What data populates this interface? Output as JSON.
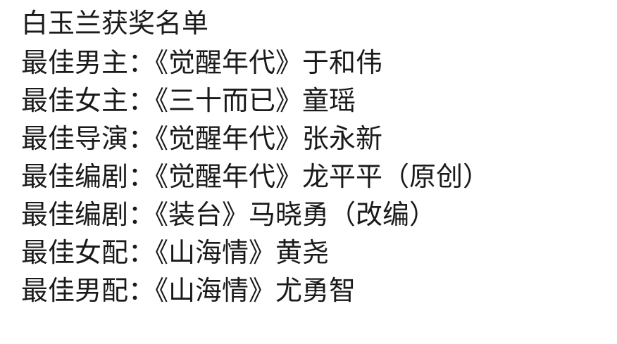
{
  "title": "白玉兰获奖名单",
  "awards": [
    {
      "text": "最佳男主：《觉醒年代》于和伟"
    },
    {
      "text": "最佳女主：《三十而已》童瑶"
    },
    {
      "text": "最佳导演：《觉醒年代》张永新"
    },
    {
      "text": "最佳编剧：《觉醒年代》龙平平（原创）"
    },
    {
      "text": "最佳编剧：《装台》马晓勇（改编）"
    },
    {
      "text": "最佳女配：《山海情》黄尧"
    },
    {
      "text": "最佳男配：《山海情》尤勇智"
    }
  ]
}
